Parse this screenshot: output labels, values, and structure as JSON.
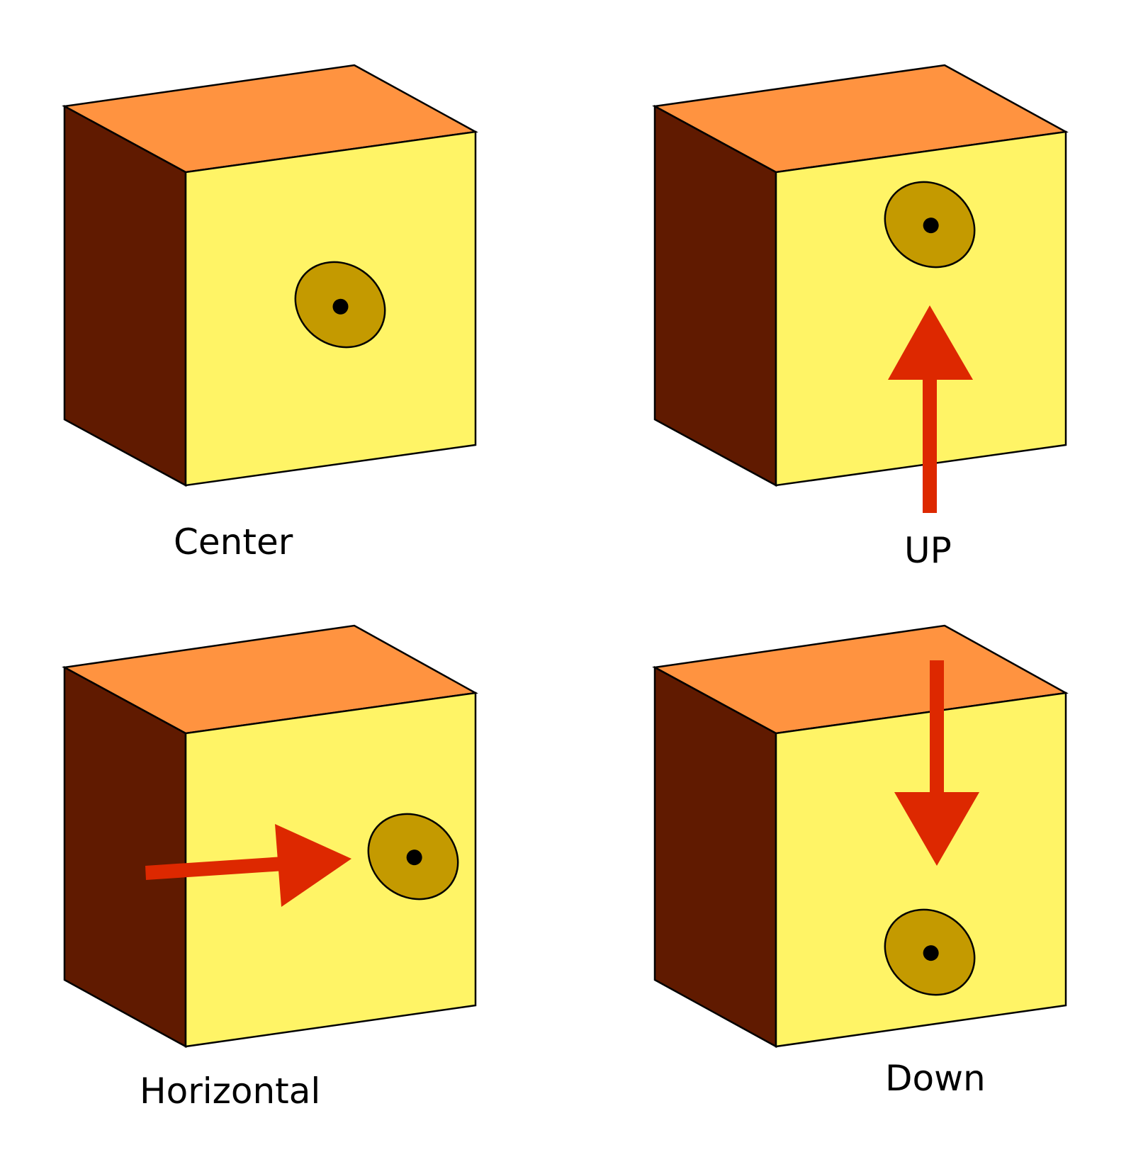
{
  "colors": {
    "top_face": "#FF9340",
    "side_face": "#601A00",
    "front_face": "#FFF466",
    "disc": "#C49A00",
    "disc_outline": "#000000",
    "hole": "#000000",
    "arrow": "#DD2800",
    "background": "#FFFFFF"
  },
  "panels": [
    {
      "id": "center",
      "caption": "Center",
      "hole_position": "center",
      "arrow": "none"
    },
    {
      "id": "up",
      "caption": "UP",
      "hole_position": "upper",
      "arrow": "up"
    },
    {
      "id": "horizontal",
      "caption": "Horizontal",
      "hole_position": "right",
      "arrow": "right"
    },
    {
      "id": "down",
      "caption": "Down",
      "hole_position": "lower",
      "arrow": "down"
    }
  ]
}
